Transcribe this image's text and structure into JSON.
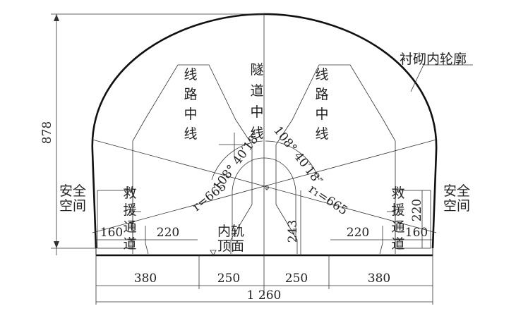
{
  "labels": {
    "lining_outline": "衬砌内轮廓",
    "line_center_left": "线路中线",
    "tunnel_center": "隧道中线",
    "line_center_right": "线路中线",
    "safety_space": [
      "安全",
      "空间"
    ],
    "rescue_passage": "救援通道",
    "inner_rail_top": [
      "内轨",
      "顶面"
    ]
  },
  "dimensions": {
    "height_total": "878",
    "width_total": "1 260",
    "span_380": "380",
    "span_250": "250",
    "passage_220": "220",
    "passage_160": "160",
    "vertical_220": "220",
    "height_243": "243",
    "angle": "108° 40′18″",
    "radius_left": "r=665",
    "radius_right": "r₁=665"
  },
  "colors": {
    "ink": "#222222",
    "outline": "#111111"
  }
}
